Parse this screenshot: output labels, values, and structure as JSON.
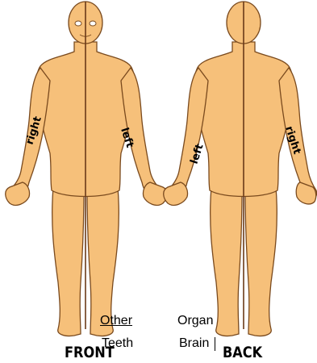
{
  "front_label": "FRONT",
  "back_label": "BACK",
  "front_arm_right": "right",
  "front_arm_left": "left",
  "back_arm_left": "left",
  "back_arm_right": "right",
  "list_other_header": "Other",
  "list_other_item": "Teeth",
  "list_organ_header": "Organ",
  "list_organ_item": "Brain",
  "colors": {
    "skin": "#f6c07a",
    "shade": "#e9a24a",
    "outline": "#7a4a1e",
    "midline": "#6b3a18"
  }
}
